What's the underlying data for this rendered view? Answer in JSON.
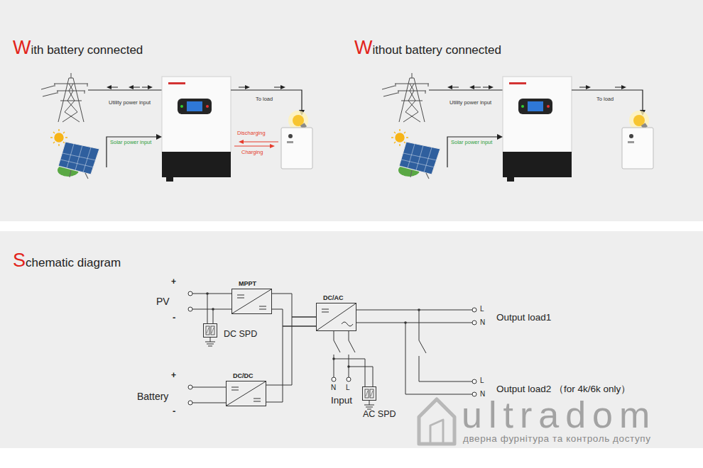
{
  "diagram": {
    "nodes": [
      {
        "text": [
          "MPPT"
        ]
      },
      {
        "text": [
          "DC SPD"
        ]
      },
      {
        "text": [
          "DC/DC"
        ]
      },
      {
        "text": [
          "DC/AC"
        ]
      },
      {
        "text": [
          "AC SPD"
        ]
      }
    ],
    "edges": [
      {
        "from": 0,
        "to": 3,
        "arrow": "none"
      },
      {
        "from": 2,
        "to": 3,
        "arrow": "none"
      }
    ],
    "labels": [
      "With battery connected",
      "Without battery connected",
      "Utility power input",
      "To load",
      "Solar power input",
      "Discharging",
      "Charging",
      "Utility power input",
      "To load",
      "Solar power input",
      "Schematic diagram",
      "+",
      "PV",
      "-",
      "+",
      "Battery",
      "-",
      "L",
      "Output load1",
      "N",
      "N",
      "L",
      "Input",
      "L",
      "Output load2 （for 4k/6k only）",
      "N",
      "ultradom",
      "дверна фурнітура та контроль доступу"
    ]
  }
}
